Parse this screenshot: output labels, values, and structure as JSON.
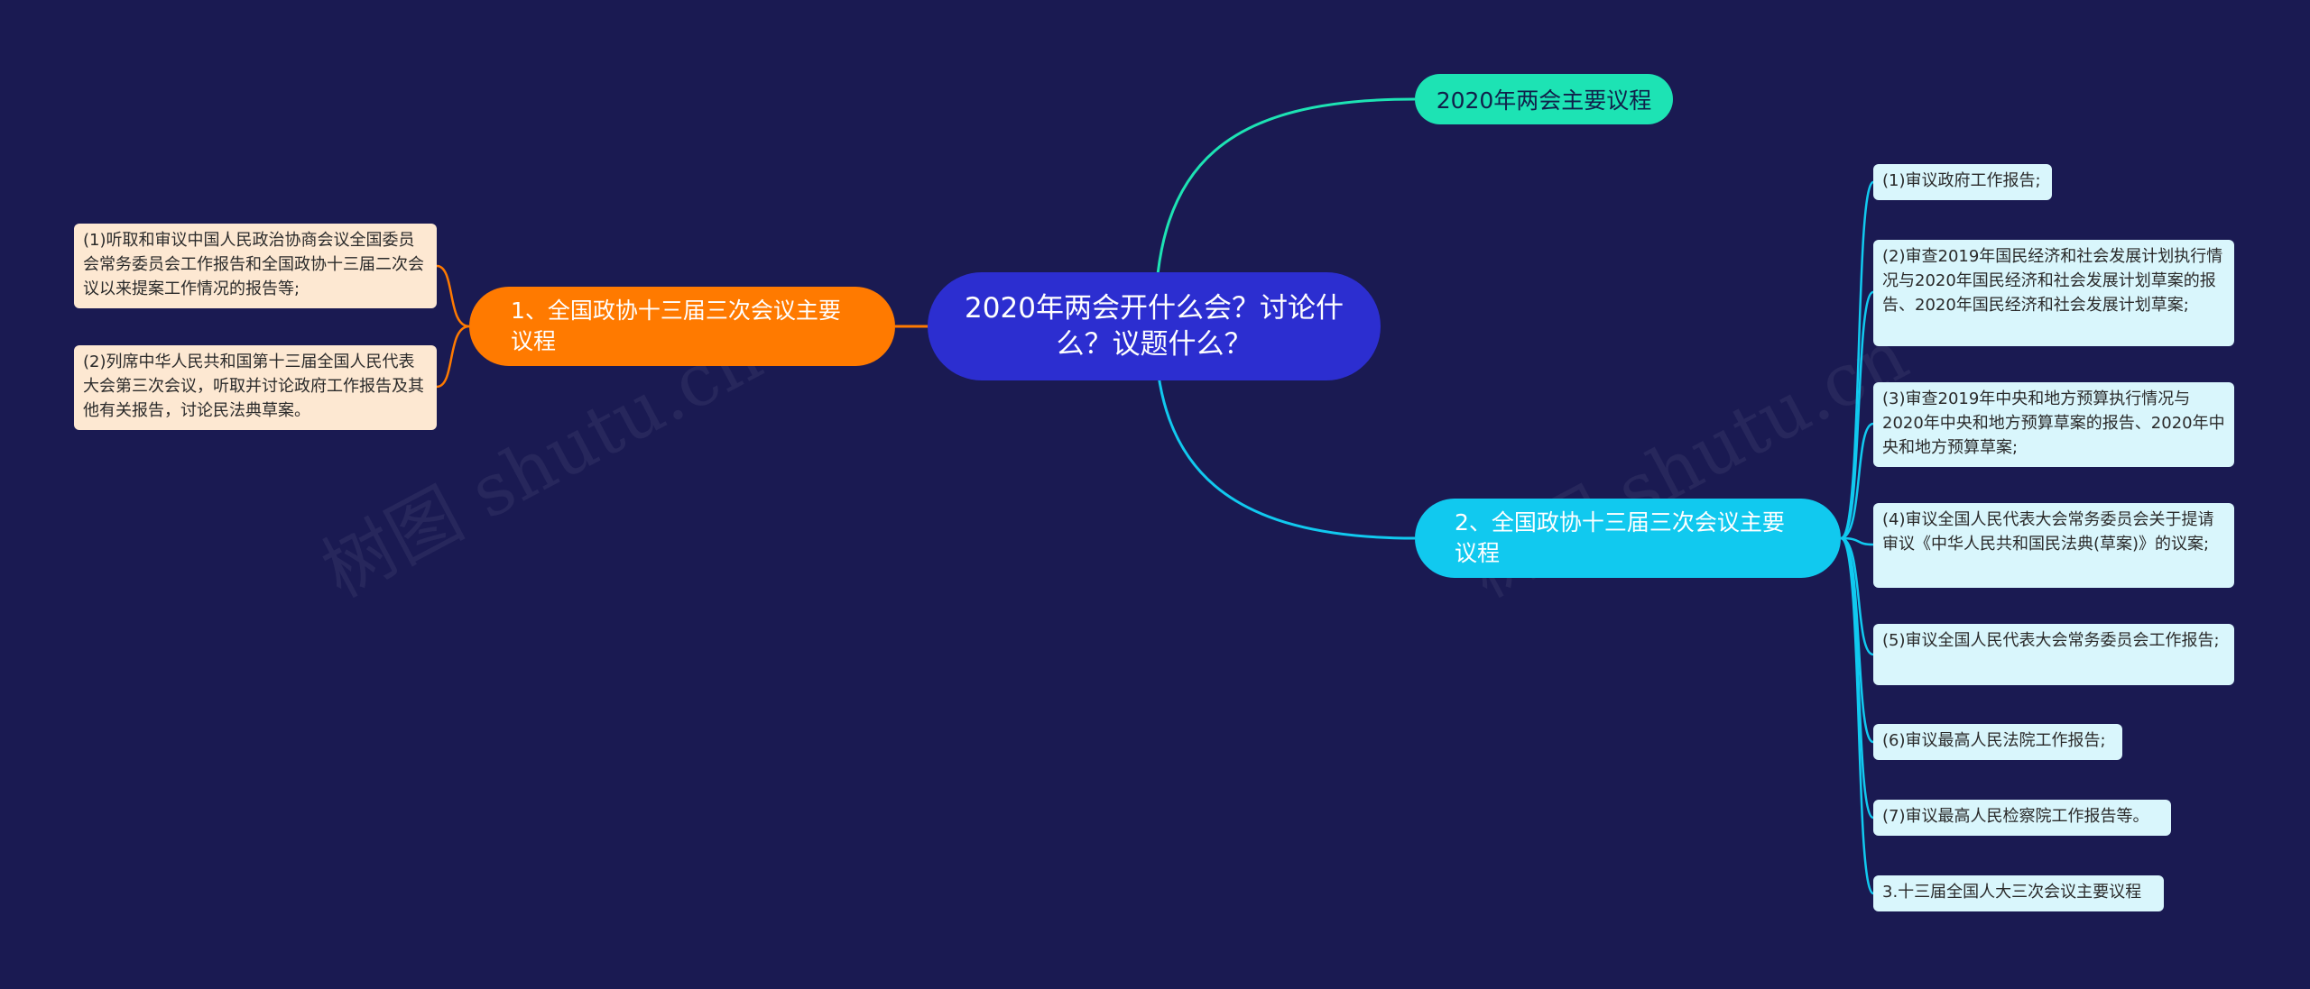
{
  "root": {
    "title": "2020年两会开什么会？讨论什么？议题什么？"
  },
  "top_branch": {
    "label": "2020年两会主要议程"
  },
  "left_branch": {
    "label": "1、全国政协十三届三次会议主要议程",
    "leaves": [
      "(1)听取和审议中国人民政治协商会议全国委员会常务委员会工作报告和全国政协十三届二次会议以来提案工作情况的报告等;",
      "(2)列席中华人民共和国第十三届全国人民代表大会第三次会议，听取并讨论政府工作报告及其他有关报告，讨论民法典草案。"
    ]
  },
  "right_branch": {
    "label": "2、全国政协十三届三次会议主要议程",
    "leaves": [
      "(1)审议政府工作报告;",
      "(2)审查2019年国民经济和社会发展计划执行情况与2020年国民经济和社会发展计划草案的报告、2020年国民经济和社会发展计划草案;",
      "(3)审查2019年中央和地方预算执行情况与2020年中央和地方预算草案的报告、2020年中央和地方预算草案;",
      "(4)审议全国人民代表大会常务委员会关于提请审议《中华人民共和国民法典(草案)》的议案;",
      "(5)审议全国人民代表大会常务委员会工作报告;",
      "(6)审议最高人民法院工作报告;",
      "(7)审议最高人民检察院工作报告等。",
      "3.十三届全国人大三次会议主要议程"
    ]
  },
  "watermark": "树图 shutu.cn",
  "colors": {
    "background": "#1a1a52",
    "root": "#2c2ed0",
    "top_branch": "#1de3b4",
    "left_branch": "#ff7a00",
    "right_branch": "#11c9ef",
    "leaf_left": "#fde8d2",
    "leaf_right": "#d9f6fc"
  }
}
